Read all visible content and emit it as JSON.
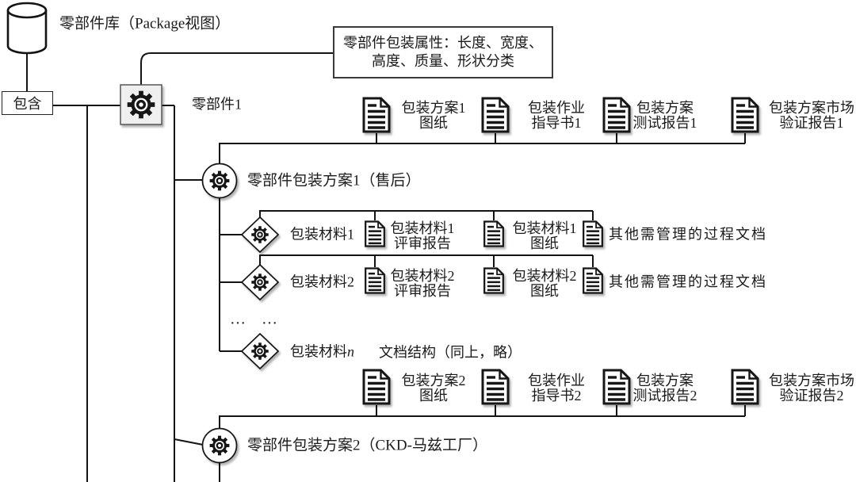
{
  "colors": {
    "stroke": "#141414",
    "node_fill": "#ffffff",
    "square_fill": "#efefef"
  },
  "icons": {
    "database-icon": "cylinder-shape",
    "component-icon": "gear-in-square",
    "plan-icon": "gear-in-circle",
    "material-icon": "gear-in-diamond",
    "document-icon": "page-with-folded-corner"
  },
  "library": {
    "label": "零部件库（Package视图）"
  },
  "relation": {
    "label": "包含"
  },
  "part1": {
    "label": "零部件1"
  },
  "note": {
    "line1": "零部件包装属性：长度、宽度、",
    "line2": "高度、质量、形状分类"
  },
  "plan1": {
    "label": "零部件包装方案1（售后）",
    "docs": [
      {
        "line1": "包装方案1",
        "line2": "图纸"
      },
      {
        "line1": "包装作业",
        "line2": "指导书1"
      },
      {
        "line1": "包装方案",
        "line2": "测试报告1"
      },
      {
        "line1": "包装方案市场",
        "line2": "验证报告1"
      }
    ]
  },
  "materials": [
    {
      "label": "包装材料1",
      "docs": [
        {
          "line1": "包装材料1",
          "line2": "评审报告"
        },
        {
          "line1": "包装材料1",
          "line2": "图纸"
        }
      ],
      "other_doc": "其他需管理的过程文档"
    },
    {
      "label": "包装材料2",
      "docs": [
        {
          "line1": "包装材料2",
          "line2": "评审报告"
        },
        {
          "line1": "包装材料2",
          "line2": "图纸"
        }
      ],
      "other_doc": "其他需管理的过程文档"
    }
  ],
  "ellipsis": "…　…",
  "material_n": {
    "label": "包装材料",
    "suffix": "n",
    "note": "文档结构（同上，略）"
  },
  "plan2": {
    "label": "零部件包装方案2（CKD-马兹工厂）",
    "docs": [
      {
        "line1": "包装方案2",
        "line2": "图纸"
      },
      {
        "line1": "包装作业",
        "line2": "指导书2"
      },
      {
        "line1": "包装方案",
        "line2": "测试报告2"
      },
      {
        "line1": "包装方案市场",
        "line2": "验证报告2"
      }
    ]
  }
}
